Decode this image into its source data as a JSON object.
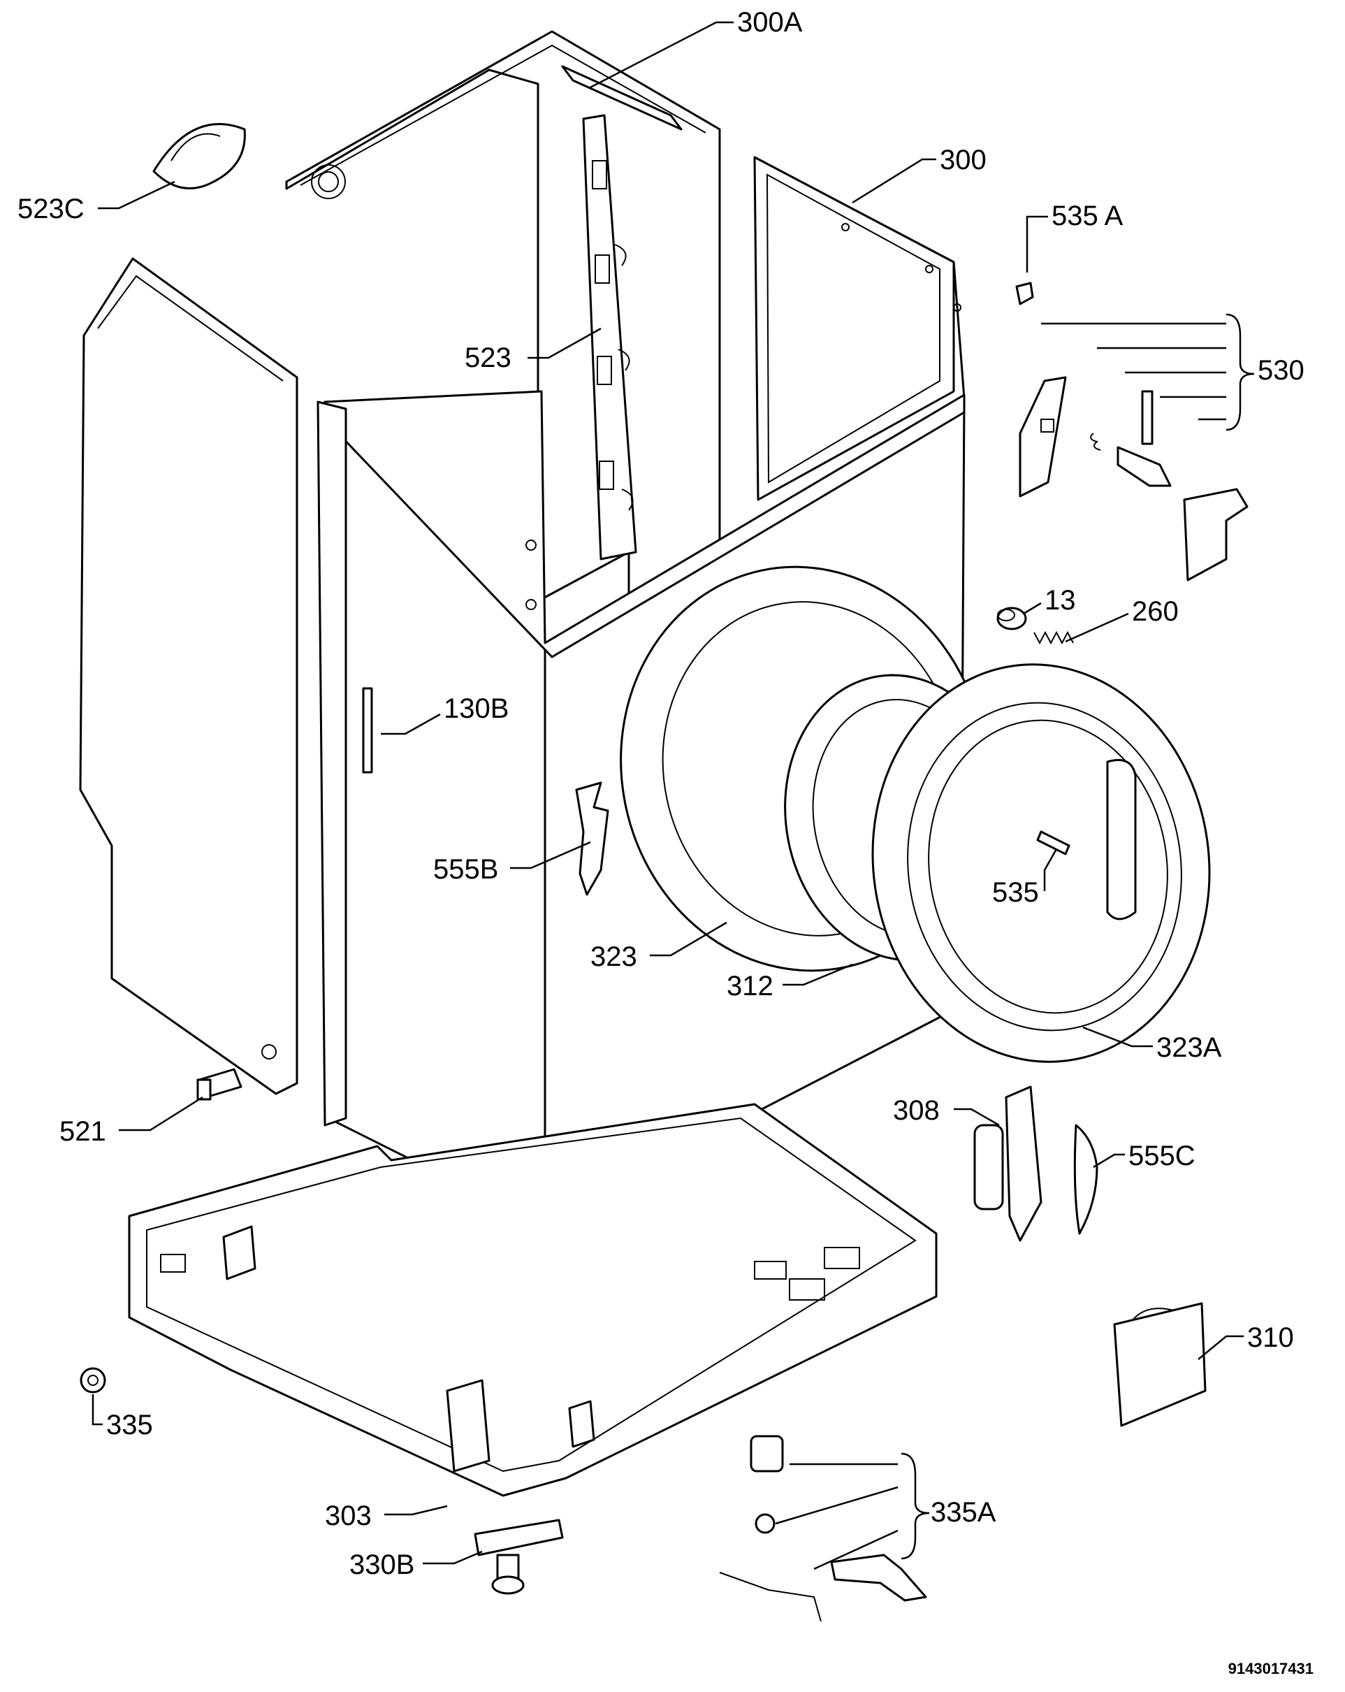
{
  "drawing_number": "9143017431",
  "callouts": {
    "c300A": "300A",
    "c300": "300",
    "c523C": "523C",
    "c535A": "535 A",
    "c523": "523",
    "c530": "530",
    "c13": "13",
    "c260": "260",
    "c130B": "130B",
    "c555B": "555B",
    "c535": "535",
    "c323": "323",
    "c312": "312",
    "c323A": "323A",
    "c521": "521",
    "c308": "308",
    "c555C": "555C",
    "c310": "310",
    "c335": "335",
    "c303": "303",
    "c330B": "330B",
    "c335A": "335A"
  }
}
